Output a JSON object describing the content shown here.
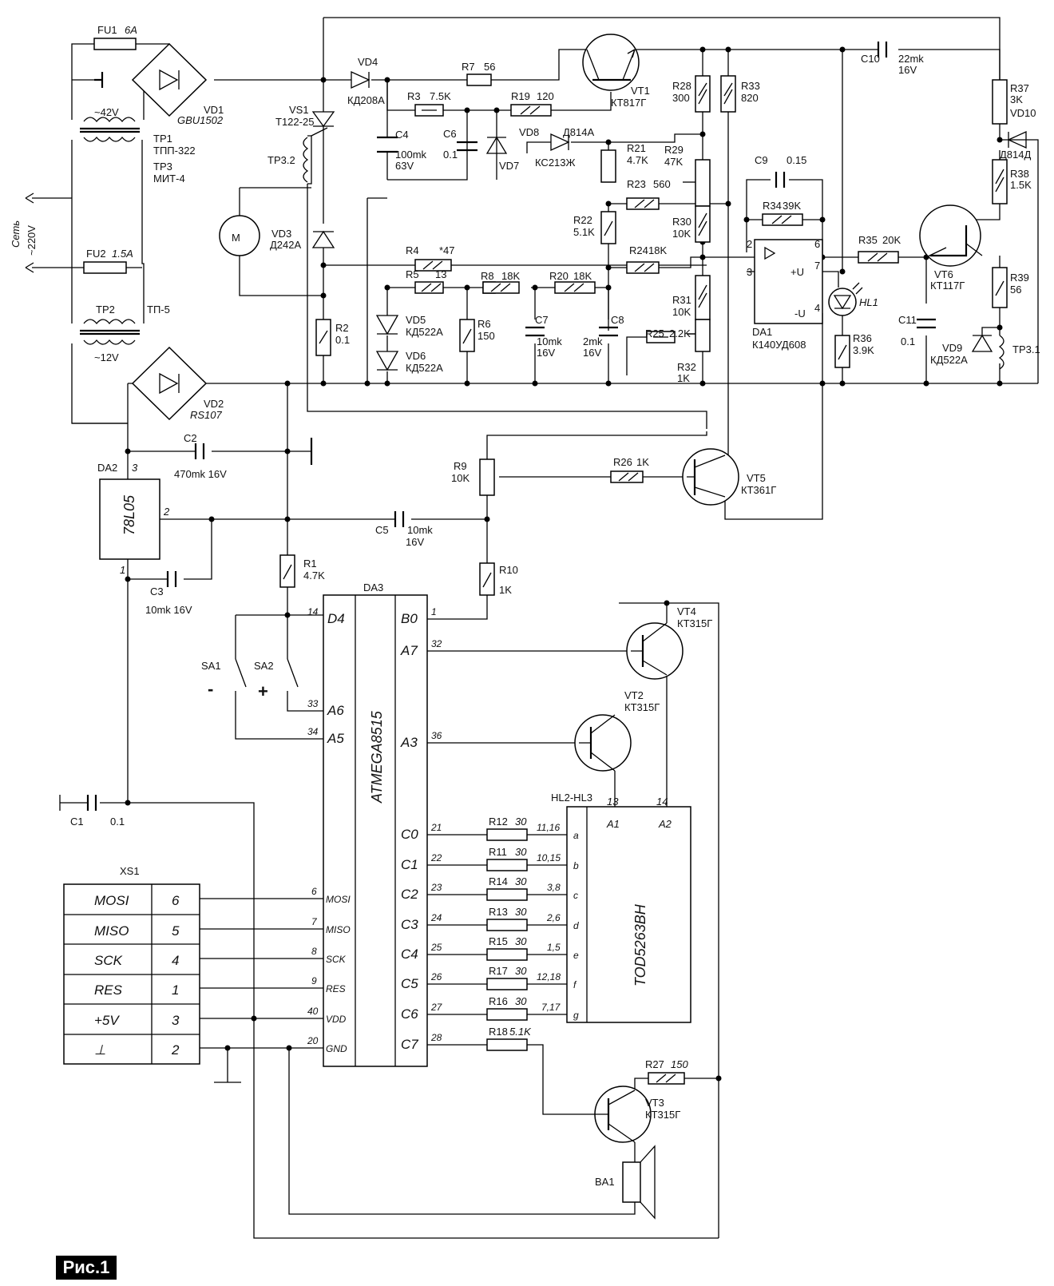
{
  "figure_label": "Рис.1",
  "labels": {
    "fu1": "FU1",
    "fu1_v": "6A",
    "v42": "~42V",
    "vd1": "VD1",
    "vd1_v": "GBU1502",
    "tp1": "TP1",
    "tp1_v": "ТПП-322",
    "tp3": "TP3",
    "tp3_v": "МИТ-4",
    "mains_a": "Сеть",
    "mains_b": "~220V",
    "fu2": "FU2",
    "fu2_v": "1.5A",
    "tp2": "TP2",
    "tp2_v": "ТП-5",
    "v12": "~12V",
    "vd2": "VD2",
    "vd2_v": "RS107",
    "vs1": "VS1",
    "vs1_v": "T122-25",
    "tp32": "TP3.2",
    "motor": "M",
    "vd3": "VD3",
    "vd3_v": "Д242А",
    "vd4": "VD4",
    "vd4_v": "КД208А",
    "r7": "R7",
    "r7_v": "56",
    "r3": "R3",
    "r3_v": "7.5K",
    "r19": "R19",
    "r19_v": "120",
    "vt1": "VT1",
    "vt1_v": "КТ817Г",
    "c4": "C4",
    "c4_v1": "100mk",
    "c4_v2": "63V",
    "c6": "C6",
    "c6_v": "0.1",
    "vd7": "VD7",
    "vd8": "VD8",
    "vd8_v": "КС213Ж",
    "d814a": "Д814А",
    "r28": "R28",
    "r28_v": "300",
    "r33": "R33",
    "r33_v": "820",
    "c10": "C10",
    "c10_v1": "22mk",
    "c10_v2": "16V",
    "r37": "R37",
    "r37_v": "3K",
    "vd10": "VD10",
    "vd10_v": "Д814Д",
    "r38": "R38",
    "r38_v": "1.5K",
    "r21": "R21",
    "r21_v": "4.7K",
    "r29": "R29",
    "r29_v": "47K",
    "r23": "R23",
    "r23_v": "560",
    "c9": "C9",
    "c9_v": "0.15",
    "r34": "R34",
    "r34_v": "39K",
    "r22": "R22",
    "r22_v": "5.1K",
    "r30": "R30",
    "r30_v": "10K",
    "r4": "R4",
    "r4_v": "*47",
    "r5": "R5",
    "r5_v": "13",
    "r24": "R24",
    "r24_v": "18K",
    "r35": "R35",
    "r35_v": "20K",
    "vt6": "VT6",
    "vt6_v": "КТ117Г",
    "r8": "R8",
    "r8_v": "18K",
    "r20": "R20",
    "r20_v": "18K",
    "r31": "R31",
    "r31_v": "10K",
    "hl1": "HL1",
    "r39": "R39",
    "r39_v": "56",
    "vd5": "VD5",
    "vd5_v": "КД522А",
    "vd6": "VD6",
    "vd6_v": "КД522А",
    "r6": "R6",
    "r6_v": "150",
    "c7": "C7",
    "c7_v1": "10mk",
    "c7_v2": "16V",
    "c8": "C8",
    "c8_v1": "2mk",
    "c8_v2": "16V",
    "r2": "R2",
    "r2_v": "0.1",
    "r25": "R25",
    "r25_v": "2.2K",
    "r32": "R32",
    "r32_v": "1K",
    "da1": "DA1",
    "da1_v": "К140УД608",
    "r36": "R36",
    "r36_v": "3.9K",
    "c11": "C11",
    "c11_v": "0.1",
    "vd9": "VD9",
    "vd9_v": "КД522А",
    "tp31": "TP3.1",
    "da2": "DA2",
    "da2_v": "78L05",
    "c2": "C2",
    "c2_v": "470mk  16V",
    "r9": "R9",
    "r9_v": "10K",
    "r26": "R26",
    "r26_v": "1K",
    "vt5": "VT5",
    "vt5_v": "КТ361Г",
    "c5": "C5",
    "c5_v1": "10mk",
    "c5_v2": "16V",
    "c3": "C3",
    "c3_v": "10mk  16V",
    "r1": "R1",
    "r1_v": "4.7K",
    "r10": "R10",
    "r10_v": "1K",
    "da3": "DA3",
    "da3_v": "ATMEGA8515",
    "vt4": "VT4",
    "vt4_v": "КТ315Г",
    "vt2": "VT2",
    "vt2_v": "КТ315Г",
    "sa1": "SA1",
    "sa2": "SA2",
    "minus": "-",
    "plus": "+",
    "c1": "C1",
    "c1_v": "0.1",
    "xs1": "XS1",
    "hl23": "HL2-HL3",
    "hl_v": "TOD5263BH",
    "a1": "A1",
    "a2": "A2",
    "r27": "R27",
    "r27_v": "150",
    "vt3": "VT3",
    "vt3_v": "КТ315Г",
    "ba1": "BA1",
    "r18": "R18",
    "r18_v": "5.1K",
    "pin_6": "6",
    "pin_7": "7",
    "pin_2": "2",
    "pin_3": "3",
    "pin_4": "4",
    "u_plus": "+U",
    "u_minus": "-U",
    "da2_p3": "3",
    "da2_p2": "2",
    "da2_p1": "1"
  },
  "da3_left_pins": [
    {
      "num": "14",
      "name": "D4"
    },
    {
      "num": "33",
      "name": "A6"
    },
    {
      "num": "34",
      "name": "A5"
    },
    {
      "num": "6",
      "name": "MOSI"
    },
    {
      "num": "7",
      "name": "MISO"
    },
    {
      "num": "8",
      "name": "SCK"
    },
    {
      "num": "9",
      "name": "RES"
    },
    {
      "num": "40",
      "name": "VDD"
    },
    {
      "num": "20",
      "name": "GND"
    }
  ],
  "da3_right_pins": [
    {
      "num": "1",
      "name": "B0"
    },
    {
      "num": "32",
      "name": "A7"
    },
    {
      "num": "36",
      "name": "A3"
    },
    {
      "num": "21",
      "name": "C0"
    },
    {
      "num": "22",
      "name": "C1"
    },
    {
      "num": "23",
      "name": "C2"
    },
    {
      "num": "24",
      "name": "C3"
    },
    {
      "num": "25",
      "name": "C4"
    },
    {
      "num": "26",
      "name": "C5"
    },
    {
      "num": "27",
      "name": "C6"
    },
    {
      "num": "28",
      "name": "C7"
    }
  ],
  "segment_resistors": [
    {
      "ref": "R12",
      "val": "30",
      "pins": "11,16",
      "seg": "a"
    },
    {
      "ref": "R11",
      "val": "30",
      "pins": "10,15",
      "seg": "b"
    },
    {
      "ref": "R14",
      "val": "30",
      "pins": "3,8",
      "seg": "c"
    },
    {
      "ref": "R13",
      "val": "30",
      "pins": "2,6",
      "seg": "d"
    },
    {
      "ref": "R15",
      "val": "30",
      "pins": "1,5",
      "seg": "e"
    },
    {
      "ref": "R17",
      "val": "30",
      "pins": "12,18",
      "seg": "f"
    },
    {
      "ref": "R16",
      "val": "30",
      "pins": "7,17",
      "seg": "g"
    }
  ],
  "display_pins": {
    "a1": "13",
    "a2": "14"
  },
  "xs1_rows": [
    {
      "name": "MOSI",
      "pin": "6"
    },
    {
      "name": "MISO",
      "pin": "5"
    },
    {
      "name": "SCK",
      "pin": "4"
    },
    {
      "name": "RES",
      "pin": "1"
    },
    {
      "name": "+5V",
      "pin": "3"
    },
    {
      "name": "⊥",
      "pin": "2"
    }
  ]
}
